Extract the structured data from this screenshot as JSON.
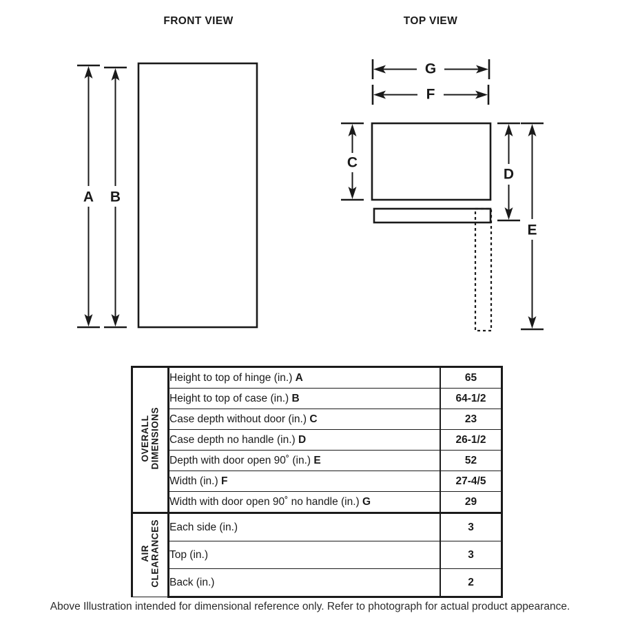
{
  "views": {
    "front": {
      "title": "FRONT VIEW"
    },
    "top": {
      "title": "TOP VIEW"
    }
  },
  "dimension_letters": {
    "A": "A",
    "B": "B",
    "C": "C",
    "D": "D",
    "E": "E",
    "F": "F",
    "G": "G"
  },
  "table": {
    "groups": [
      {
        "name_line1": "OVERALL",
        "name_line2": "DIMENSIONS",
        "rows": [
          {
            "label": "Height to top of hinge (in.)",
            "key": "A",
            "value": "65"
          },
          {
            "label": "Height to top of case (in.)",
            "key": "B",
            "value": "64-1/2"
          },
          {
            "label": "Case depth without door (in.)",
            "key": "C",
            "value": "23"
          },
          {
            "label": "Case depth no handle (in.)",
            "key": "D",
            "value": "26-1/2"
          },
          {
            "label": "Depth with door open 90˚ (in.)",
            "key": "E",
            "value": "52"
          },
          {
            "label": "Width (in.)",
            "key": "F",
            "value": "27-4/5"
          },
          {
            "label": "Width with door open 90˚ no handle (in.)",
            "key": "G",
            "value": "29"
          }
        ]
      },
      {
        "name_line1": "AIR",
        "name_line2": "CLEARANCES",
        "rows": [
          {
            "label": "Each side (in.)",
            "key": "",
            "value": "3"
          },
          {
            "label": "Top (in.)",
            "key": "",
            "value": "3"
          },
          {
            "label": "Back (in.)",
            "key": "",
            "value": "2"
          }
        ]
      }
    ]
  },
  "footer": {
    "note": "Above Illustration intended for dimensional reference only. Refer to photograph for actual product appearance."
  },
  "colors": {
    "ink": "#1a1a1a",
    "background": "#ffffff"
  }
}
